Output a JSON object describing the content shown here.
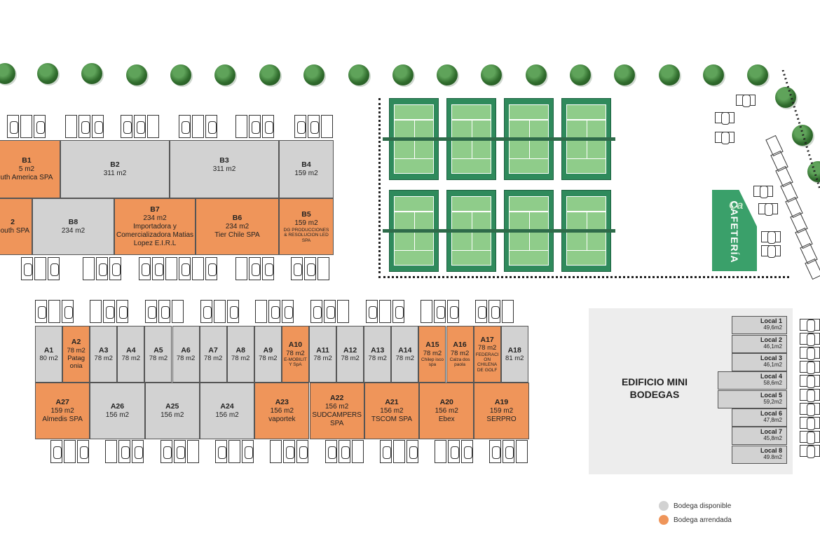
{
  "legend": {
    "available": {
      "label": "Bodega disponible",
      "color": "#d2d2d2"
    },
    "rented": {
      "label": "Bodega arrendada",
      "color": "#ef955a"
    }
  },
  "cafeteria": {
    "label": "CAFETERÍA",
    "sign": "Ca"
  },
  "mini_bodegas": {
    "title": "EDIFICIO MINI BODEGAS",
    "locals": [
      {
        "name": "Local 1",
        "area": "49,6m2"
      },
      {
        "name": "Local 2",
        "area": "46,1m2"
      },
      {
        "name": "Local 3",
        "area": "46,1m2"
      },
      {
        "name": "Local 4",
        "area": "58,6m2"
      },
      {
        "name": "Local 5",
        "area": "59,2m2"
      },
      {
        "name": "Local 6",
        "area": "47,8m2"
      },
      {
        "name": "Local 7",
        "area": "45,8m2"
      },
      {
        "name": "Local 8",
        "area": "49.8m2"
      }
    ]
  },
  "b_units": {
    "B1": {
      "code": "B1",
      "size": "5 m2",
      "tenant": "uth America SPA",
      "status": "rented"
    },
    "B2": {
      "code": "B2",
      "size": "311 m2",
      "tenant": "",
      "status": "available"
    },
    "B3": {
      "code": "B3",
      "size": "311 m2",
      "tenant": "",
      "status": "available"
    },
    "B4": {
      "code": "B4",
      "size": "159 m2",
      "tenant": "",
      "status": "available"
    },
    "B9": {
      "code": "2",
      "size": "",
      "tenant": "South SPA",
      "status": "rented"
    },
    "B8": {
      "code": "B8",
      "size": "234 m2",
      "tenant": "",
      "status": "available"
    },
    "B7": {
      "code": "B7",
      "size": "234 m2",
      "tenant": "Importadora y Comercializadora Matias Lopez E.I.R.L",
      "status": "rented"
    },
    "B6": {
      "code": "B6",
      "size": "234 m2",
      "tenant": "Tier Chile SPA",
      "status": "rented"
    },
    "B5": {
      "code": "B5",
      "size": "159 m2",
      "tenant": "DG PRODUCCIONES & RESOLUCION LED SPA",
      "status": "rented"
    }
  },
  "a_top": [
    {
      "code": "A1",
      "size": "80 m2",
      "tenant": "",
      "status": "available"
    },
    {
      "code": "A2",
      "size": "78 m2",
      "tenant": "Patag onia",
      "status": "rented"
    },
    {
      "code": "A3",
      "size": "78 m2",
      "tenant": "",
      "status": "available"
    },
    {
      "code": "A4",
      "size": "78 m2",
      "tenant": "",
      "status": "available"
    },
    {
      "code": "A5",
      "size": "78 m2",
      "tenant": "",
      "status": "available"
    },
    {
      "code": "A6",
      "size": "78 m2",
      "tenant": "",
      "status": "available"
    },
    {
      "code": "A7",
      "size": "78 m2",
      "tenant": "",
      "status": "available"
    },
    {
      "code": "A8",
      "size": "78 m2",
      "tenant": "",
      "status": "available"
    },
    {
      "code": "A9",
      "size": "78 m2",
      "tenant": "",
      "status": "available"
    },
    {
      "code": "A10",
      "size": "78 m2",
      "tenant": "E-MOBILIT Y SpA",
      "status": "rented"
    },
    {
      "code": "A11",
      "size": "78 m2",
      "tenant": "",
      "status": "available"
    },
    {
      "code": "A12",
      "size": "78 m2",
      "tenant": "",
      "status": "available"
    },
    {
      "code": "A13",
      "size": "78 m2",
      "tenant": "",
      "status": "available"
    },
    {
      "code": "A14",
      "size": "78 m2",
      "tenant": "",
      "status": "available"
    },
    {
      "code": "A15",
      "size": "78 m2",
      "tenant": "Chilep isco spa",
      "status": "rented"
    },
    {
      "code": "A16",
      "size": "78 m2",
      "tenant": "Calza dos paola",
      "status": "rented"
    },
    {
      "code": "A17",
      "size": "78 m2",
      "tenant": "FEDERACI ON CHILENA DE GOLF",
      "status": "rented"
    },
    {
      "code": "A18",
      "size": "81 m2",
      "tenant": "",
      "status": "available"
    }
  ],
  "a_bottom": [
    {
      "code": "A27",
      "size": "159 m2",
      "tenant": "Almedis SPA",
      "status": "rented"
    },
    {
      "code": "A26",
      "size": "156 m2",
      "tenant": "",
      "status": "available"
    },
    {
      "code": "A25",
      "size": "156 m2",
      "tenant": "",
      "status": "available"
    },
    {
      "code": "A24",
      "size": "156 m2",
      "tenant": "",
      "status": "available"
    },
    {
      "code": "A23",
      "size": "156 m2",
      "tenant": "vaportek",
      "status": "rented"
    },
    {
      "code": "A22",
      "size": "156 m2",
      "tenant": "SUDCAMPERS SPA",
      "status": "rented"
    },
    {
      "code": "A21",
      "size": "156 m2",
      "tenant": "TSCOM SPA",
      "status": "rented"
    },
    {
      "code": "A20",
      "size": "156 m2",
      "tenant": "Ebex",
      "status": "rented"
    },
    {
      "code": "A19",
      "size": "159 m2",
      "tenant": "SERPRO",
      "status": "rented"
    }
  ]
}
